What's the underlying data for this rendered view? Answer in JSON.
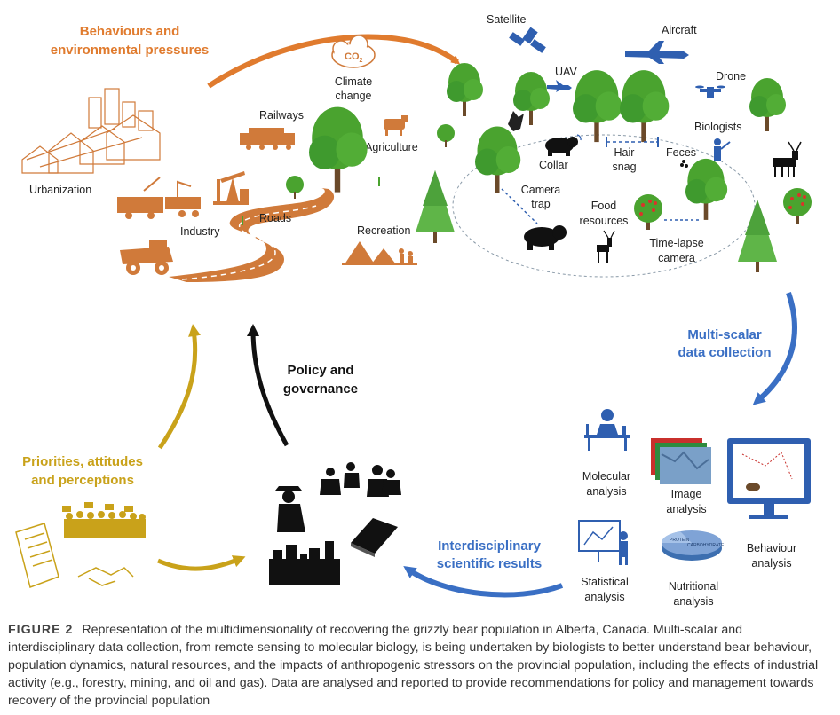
{
  "headings": {
    "behaviours": [
      "Behaviours and",
      "environmental pressures"
    ],
    "multiscalar": [
      "Multi-scalar",
      "data collection"
    ],
    "priorities": [
      "Priorities, attitudes",
      "and perceptions"
    ],
    "policy": [
      "Policy and",
      "governance"
    ],
    "interdisciplinary": [
      "Interdisciplinary",
      "scientific results"
    ]
  },
  "pressures": {
    "urbanization": "Urbanization",
    "industry": "Industry",
    "railways": "Railways",
    "roads": "Roads",
    "climate": [
      "Climate",
      "change"
    ],
    "co2": "CO",
    "co2_sub": "2",
    "agriculture": "Agriculture",
    "recreation": "Recreation"
  },
  "collection": {
    "satellite": "Satellite",
    "aircraft": "Aircraft",
    "uav": "UAV",
    "drone": "Drone",
    "biologists": "Biologists",
    "collar": "Collar",
    "hair_snag": [
      "Hair",
      "snag"
    ],
    "feces": "Feces",
    "camera_trap": [
      "Camera",
      "trap"
    ],
    "food_resources": [
      "Food",
      "resources"
    ],
    "time_lapse": [
      "Time-lapse",
      "camera"
    ]
  },
  "analysis": {
    "molecular": [
      "Molecular",
      "analysis"
    ],
    "image": [
      "Image",
      "analysis"
    ],
    "behaviour": [
      "Behaviour",
      "analysis"
    ],
    "statistical": [
      "Statistical",
      "analysis"
    ],
    "nutritional": [
      "Nutritional",
      "analysis"
    ],
    "pie_labels": [
      "PROTEIN",
      "CARBOHYDRATE"
    ]
  },
  "caption": {
    "label": "FIGURE 2",
    "text": "Representation of the multidimensionality of recovering the grizzly bear population in Alberta, Canada. Multi-scalar and interdisciplinary data collection, from remote sensing to molecular biology, is being undertaken by biologists to better understand bear behaviour, population dynamics, natural resources, and the impacts of anthropogenic stressors on the provincial population, including the effects of industrial activity (e.g., forestry, mining, and oil and gas). Data are analysed and reported to provide recommendations for policy and management towards recovery of the provincial population"
  },
  "colors": {
    "orange": "#e07b2e",
    "blue": "#3a6fc4",
    "gold": "#c9a21a",
    "green": "#3f9a2e",
    "black": "#111111"
  }
}
